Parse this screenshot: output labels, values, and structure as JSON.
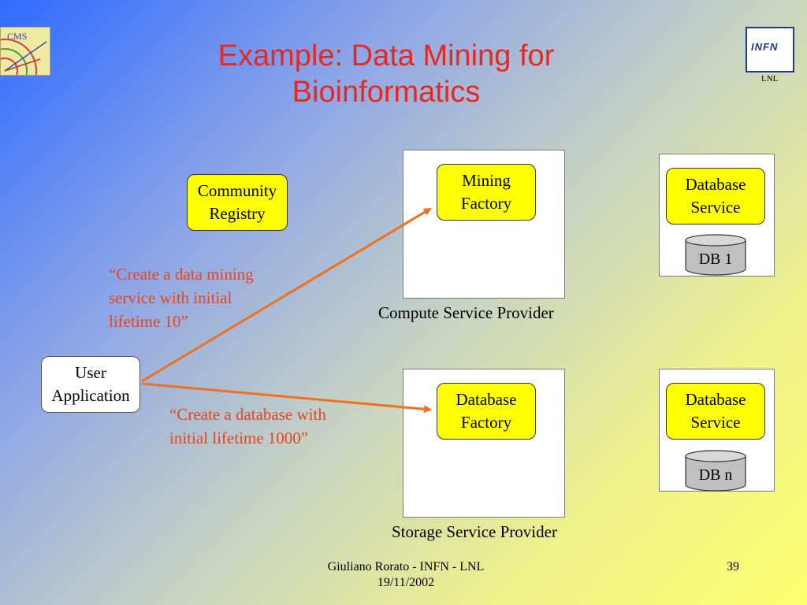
{
  "title": {
    "line1": "Example: Data Mining for",
    "line2": "Bioinformatics"
  },
  "logos": {
    "left": "CMS",
    "right_text": "INFN",
    "right_caption": "LNL"
  },
  "nodes": {
    "community_registry": {
      "line1": "Community",
      "line2": "Registry"
    },
    "user_application": {
      "line1": "User",
      "line2": "Application"
    },
    "mining_factory": {
      "line1": "Mining",
      "line2": "Factory"
    },
    "database_factory": {
      "line1": "Database",
      "line2": "Factory"
    },
    "database_service_1": {
      "line1": "Database",
      "line2": "Service"
    },
    "database_service_n": {
      "line1": "Database",
      "line2": "Service"
    },
    "db1": "DB 1",
    "dbn": "DB n"
  },
  "captions": {
    "compute": "Compute Service Provider",
    "storage": "Storage Service Provider"
  },
  "quotes": {
    "mining": {
      "line1": "“Create a data mining",
      "line2": "service with initial",
      "line3": "lifetime 10”"
    },
    "database": {
      "line1": "“Create a database with",
      "line2": "initial lifetime 1000”"
    }
  },
  "footer": {
    "author": "Giuliano Rorato - INFN - LNL",
    "date": "19/11/2002",
    "page": "39"
  },
  "colors": {
    "title": "#e8281e",
    "quote": "#e8451e",
    "arrow": "#f07020",
    "yellow_box": "#ffff00",
    "db_cylinder": "#c0c0c0"
  }
}
